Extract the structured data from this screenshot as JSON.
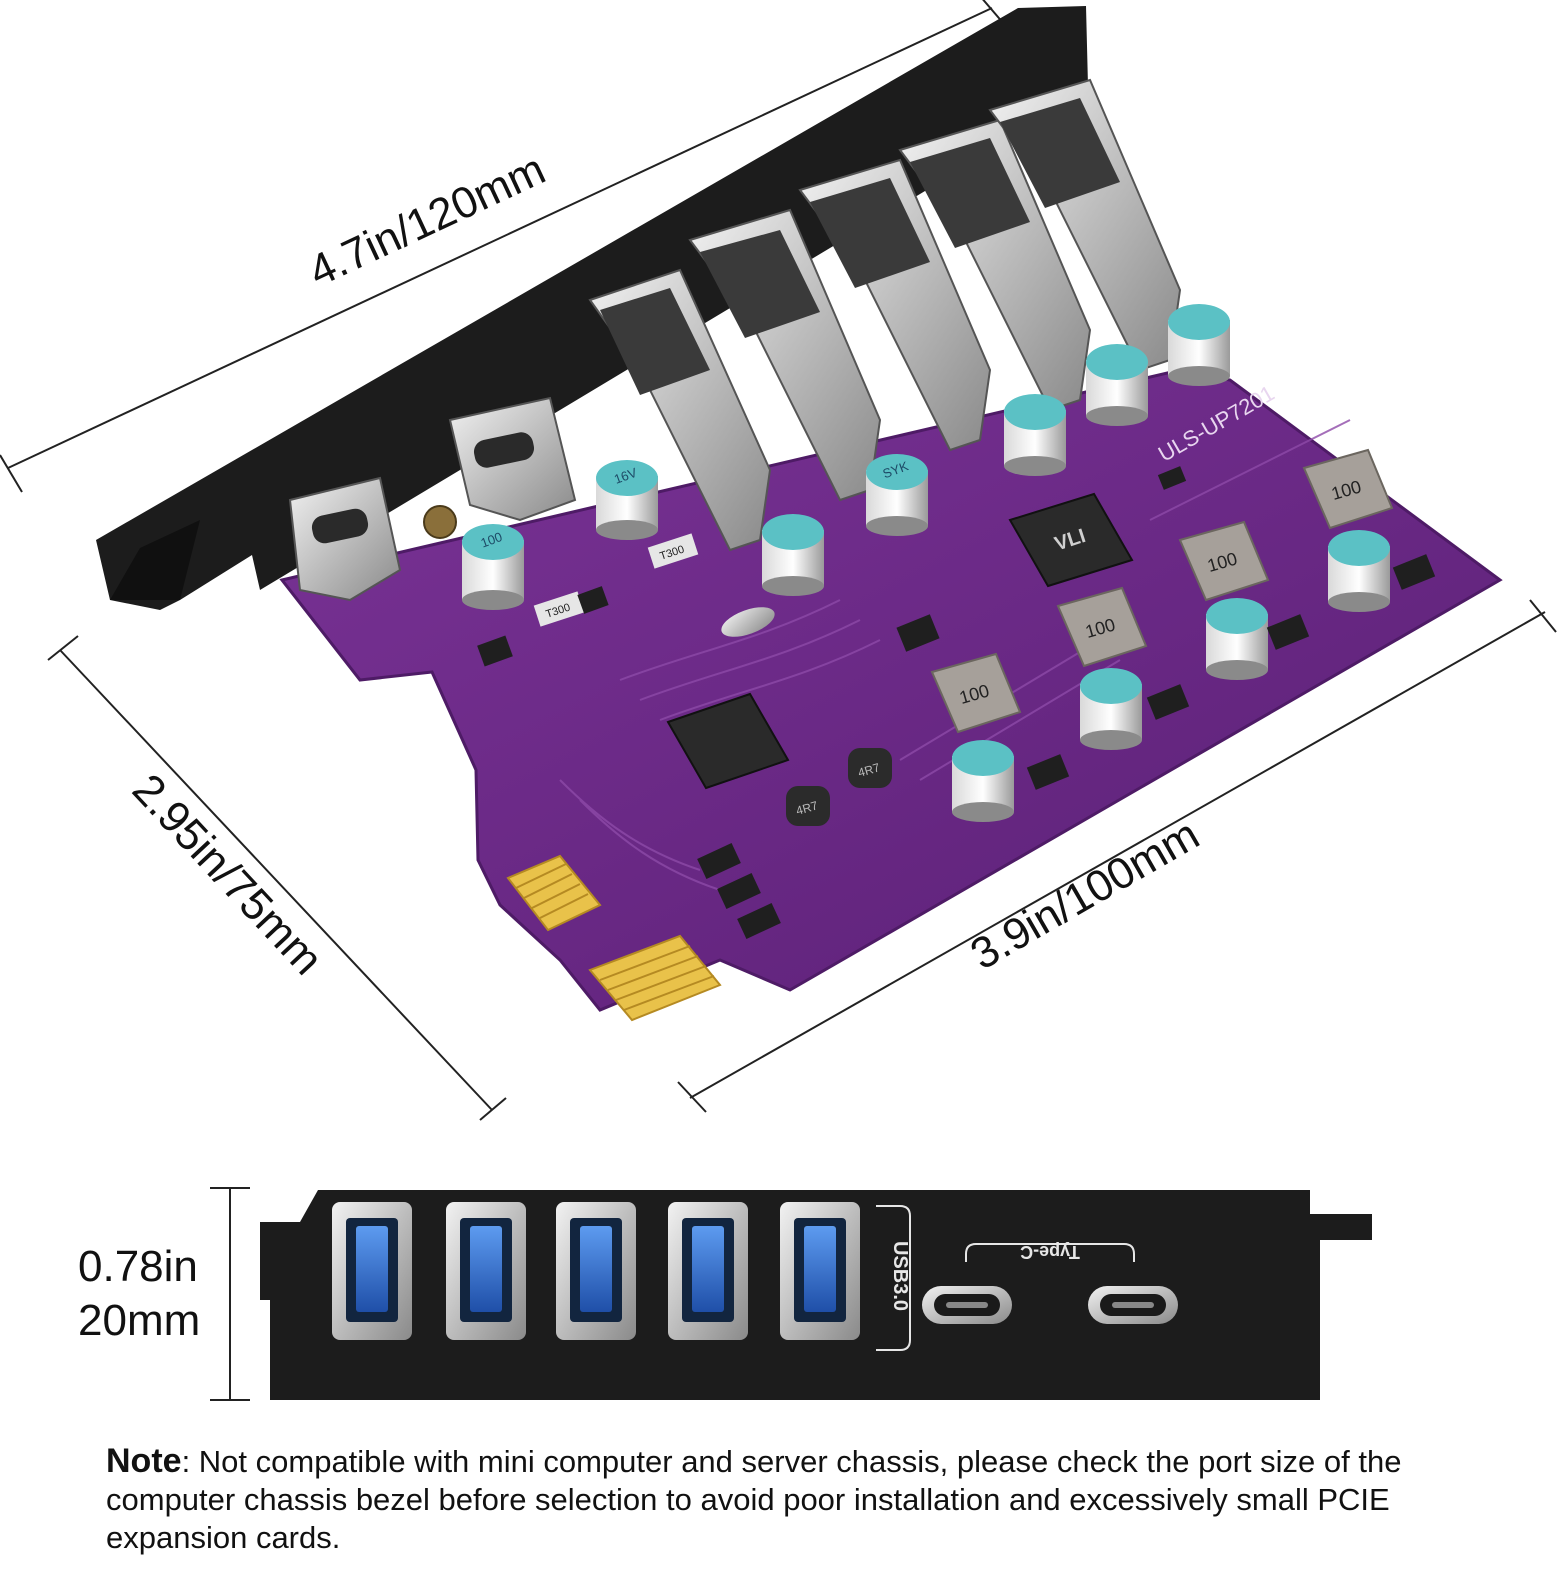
{
  "dimensions": {
    "length": "4.7in/120mm",
    "height": "2.95in/75mm",
    "card_length": "3.9in/100mm",
    "bracket_height_in": "0.78in",
    "bracket_height_mm": "20mm"
  },
  "board": {
    "model": "ULS-UP7201",
    "capacitor_label_1": "100",
    "capacitor_label_2": "16V",
    "capacitor_label_3": "SYK",
    "inductor_label": "100",
    "small_inductor_label": "4R7",
    "resistor_label": "T300",
    "chip_brand": "VLI"
  },
  "bracket": {
    "usb_label": "USB3.0",
    "typec_label": "Type-C",
    "usb_port_count": 5,
    "typec_port_count": 2
  },
  "note": {
    "heading": "Note",
    "text": ": Not compatible with mini computer and server chassis, please check the port size of the computer chassis bezel before selection to avoid poor installation and excessively small PCIE expansion cards."
  },
  "colors": {
    "pcb": "#6a2a86",
    "pcb_dark": "#4e1b66",
    "bracket": "#1c1c1c",
    "usb_blue": "#2f6fd0",
    "metal": "#c9c9c9",
    "gold": "#e9c24a",
    "cap_top": "#5bc1c5"
  }
}
